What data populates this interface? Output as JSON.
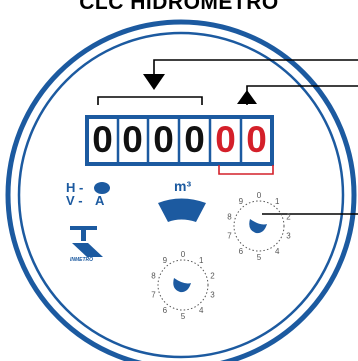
{
  "title": "CLC HIDROMETRO",
  "counter": {
    "digits": [
      "0",
      "0",
      "0",
      "0",
      "0",
      "0"
    ],
    "digit_colors": [
      "#111111",
      "#111111",
      "#111111",
      "#111111",
      "#d4202a",
      "#d4202a"
    ]
  },
  "labels": {
    "h_label": "H -",
    "v_label": "V -",
    "a_label": "A",
    "unit": "m³",
    "inmetro": "INMETRO"
  },
  "dials": [
    {
      "name": "dial-right",
      "numbers": [
        "0",
        "1",
        "2",
        "3",
        "4",
        "5",
        "6",
        "7",
        "8",
        "9"
      ]
    },
    {
      "name": "dial-bottom",
      "numbers": [
        "0",
        "1",
        "2",
        "3",
        "4",
        "5",
        "6",
        "7",
        "8",
        "9"
      ]
    }
  ],
  "colors": {
    "ring": "#1c5aa0",
    "counter_frame": "#1c5aa0",
    "red": "#d4202a",
    "pointer": "#1c5aa0"
  }
}
